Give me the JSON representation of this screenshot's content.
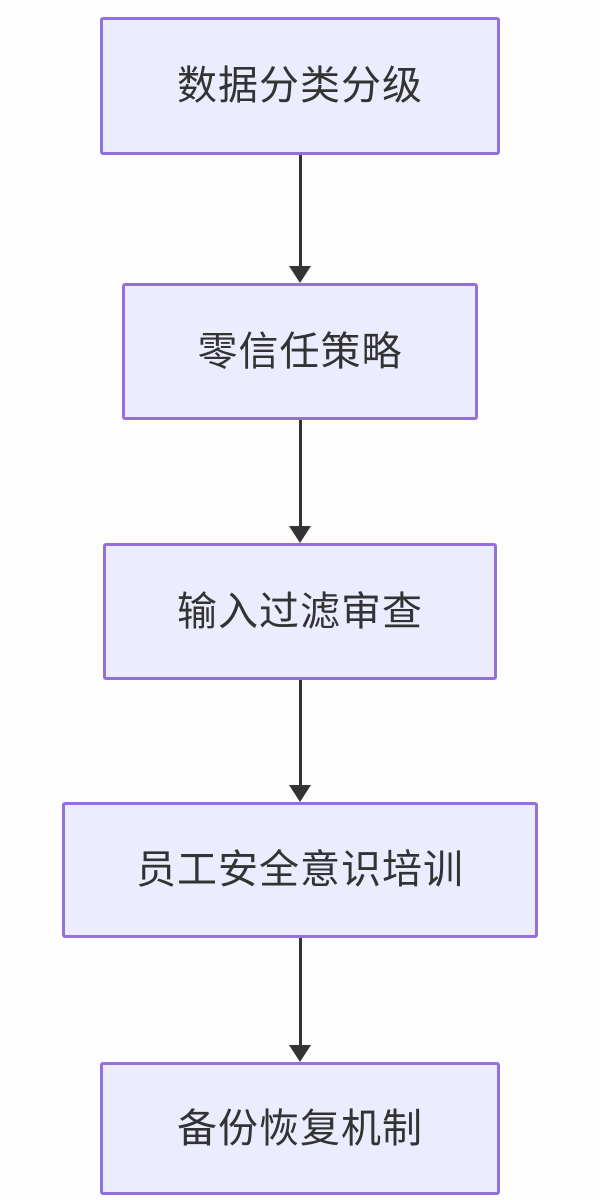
{
  "diagram": {
    "type": "flowchart",
    "direction": "top-down",
    "nodes": [
      {
        "id": "node-1",
        "label": "数据分类分级"
      },
      {
        "id": "node-2",
        "label": "零信任策略"
      },
      {
        "id": "node-3",
        "label": "输入过滤审查"
      },
      {
        "id": "node-4",
        "label": "员工安全意识培训"
      },
      {
        "id": "node-5",
        "label": "备份恢复机制"
      }
    ],
    "edges": [
      {
        "from": "数据分类分级",
        "to": "零信任策略",
        "arrow": "down"
      },
      {
        "from": "零信任策略",
        "to": "输入过滤审查",
        "arrow": "down"
      },
      {
        "from": "输入过滤审查",
        "to": "员工安全意识培训",
        "arrow": "down"
      },
      {
        "from": "员工安全意识培训",
        "to": "备份恢复机制",
        "arrow": "down"
      }
    ],
    "colors": {
      "node_fill": "#ECECFF",
      "node_border": "#9370DB",
      "node_text": "#333333",
      "arrow": "#333333",
      "background": "#FDFDFD"
    }
  }
}
